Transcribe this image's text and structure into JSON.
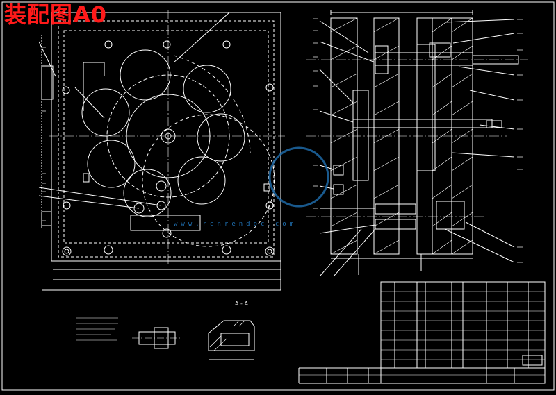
{
  "title": "装配图A0",
  "watermark": {
    "text": "www.renrendoc.com"
  },
  "colors": {
    "background": "#000000",
    "lines": "#ffffff",
    "title": "#ff1a1a",
    "watermark": "#1f6fb0"
  },
  "section_label": "A - A"
}
